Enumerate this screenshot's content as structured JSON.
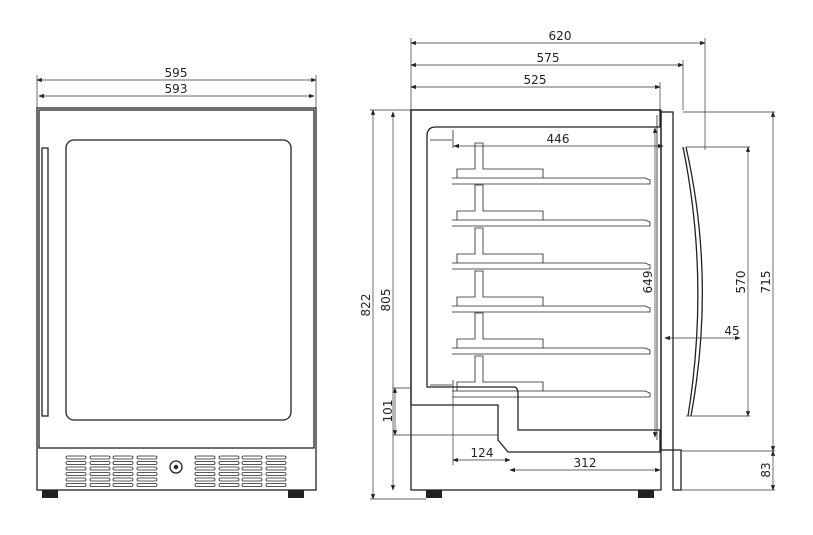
{
  "front_view": {
    "dimensions": {
      "overall_width": "595",
      "door_width": "593"
    }
  },
  "side_view": {
    "dimensions": {
      "depth_with_handle": "620",
      "depth_with_door": "575",
      "cabinet_depth": "525",
      "interior_depth": "446",
      "overall_height": "822",
      "cabinet_height": "805",
      "interior_height": "649",
      "handle_height": "570",
      "door_height": "715",
      "handle_depth": "45",
      "compressor_step_height": "101",
      "compressor_step_width": "124",
      "compressor_bay_depth": "312",
      "plinth_height": "83"
    }
  },
  "colors": {
    "line": "#222222",
    "background": "#ffffff"
  }
}
